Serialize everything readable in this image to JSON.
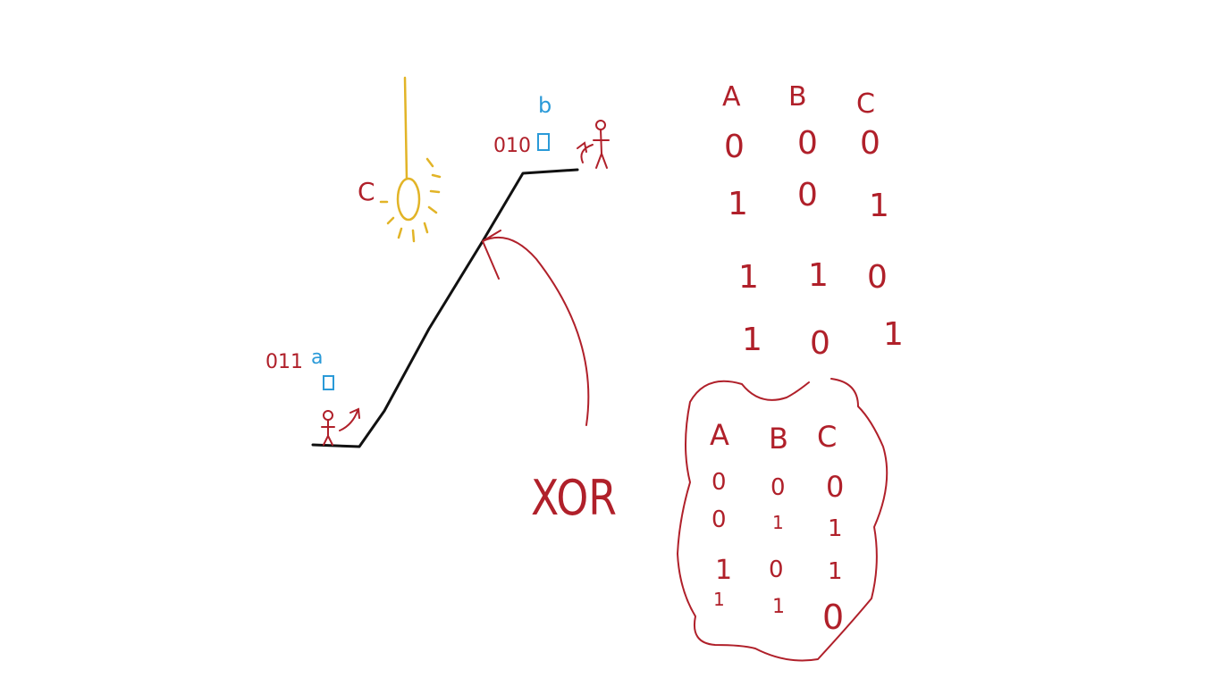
{
  "colors": {
    "red": "#b0202a",
    "blue": "#2a9ad8",
    "yellow": "#e2b427",
    "black": "#111111"
  },
  "left": {
    "bulb_label": "C",
    "bottom_switch_label": "a",
    "bottom_switch_states": "011",
    "top_switch_label": "b",
    "top_switch_states": "010",
    "annotation": "XOR"
  },
  "table_top": {
    "headers": [
      "A",
      "B",
      "C"
    ],
    "rows": [
      [
        "0",
        "0",
        "0"
      ],
      [
        "1",
        "0",
        "1"
      ],
      [
        "1",
        "1",
        "0"
      ],
      [
        "1",
        "0",
        "1"
      ]
    ]
  },
  "table_bottom": {
    "headers": [
      "A",
      "B",
      "C"
    ],
    "rows": [
      [
        "0",
        "0",
        "0"
      ],
      [
        "0",
        "1",
        "1"
      ],
      [
        "1",
        "0",
        "1"
      ],
      [
        "1",
        "1",
        "0"
      ]
    ]
  }
}
